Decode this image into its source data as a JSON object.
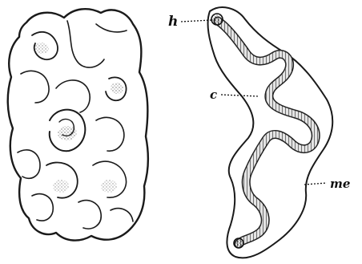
{
  "labels": {
    "head": "h",
    "canal": "c",
    "membrane": "me"
  },
  "colors": {
    "ink": "#1a1a1a",
    "stipple": "#555555",
    "paper": "#ffffff"
  }
}
